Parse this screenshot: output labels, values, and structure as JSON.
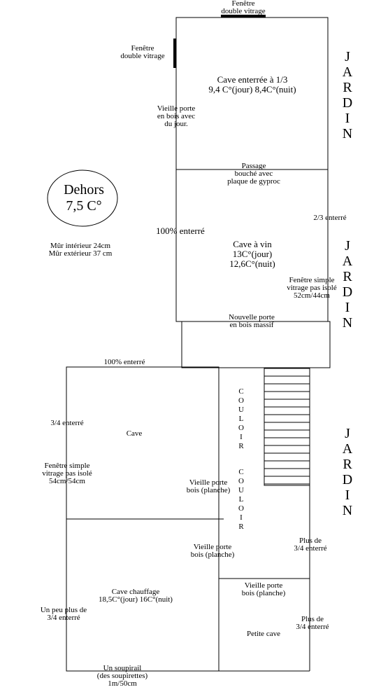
{
  "labels": {
    "top_window": [
      "Fenêtre",
      "double vitrage"
    ],
    "left_window": [
      "Fenêtre",
      "double vitrage"
    ],
    "room1": [
      "Cave enterrée à 1/3",
      "9,4 C°(jour) 8,4C°(nuit)"
    ],
    "old_door_light": [
      "Vieille porte",
      "en bois avec",
      "du jour."
    ],
    "passage": [
      "Passage",
      "bouché avec",
      "plaque de gyproc"
    ],
    "dehors": [
      "Dehors",
      "7,5 C°"
    ],
    "enterre_100_a": "100% enterré",
    "enterre_2_3": "2/3 enterré",
    "walls": [
      "Mûr intérieur 24cm",
      "Mûr extérieur 37 cm"
    ],
    "cave_vin": [
      "Cave à vin",
      "13C°(jour)",
      "12,6C°(nuit)"
    ],
    "window_simple_right": [
      "Fenêtre simple",
      "vitrage pas isolé",
      "52cm/44cm"
    ],
    "new_door": [
      "Nouvelle porte",
      "en bois massif"
    ],
    "enterre_100_b": "100% enterré",
    "enterre_3_4": "3/4 enterré",
    "cave": "Cave",
    "window_simple_left": [
      "Fenêtre simple",
      "vitrage pas isolé",
      "54cm/54cm"
    ],
    "old_door_plank1": [
      "Vieille porte",
      "bois (planche)"
    ],
    "old_door_plank2": [
      "Vieille porte",
      "bois (planche)"
    ],
    "old_door_plank3": [
      "Vieille porte",
      "bois (planche)"
    ],
    "plus_3_4_a": [
      "Plus de",
      "3/4 enterré"
    ],
    "cave_chauffage": [
      "Cave chauffage",
      "18,5C°(jour) 16C°(nuit)"
    ],
    "peu_plus_3_4": [
      "Un peu plus de",
      "3/4 enterré"
    ],
    "plus_3_4_b": [
      "Plus de",
      "3/4 enterré"
    ],
    "petite_cave": "Petite cave",
    "soupirail": [
      "Un soupirail",
      "(des soupirettes)",
      "1m/50cm"
    ],
    "jardin": [
      "J",
      "A",
      "R",
      "D",
      "I",
      "N"
    ],
    "couloir": [
      "C",
      "O",
      "U",
      "L",
      "O",
      "I",
      "R"
    ]
  }
}
